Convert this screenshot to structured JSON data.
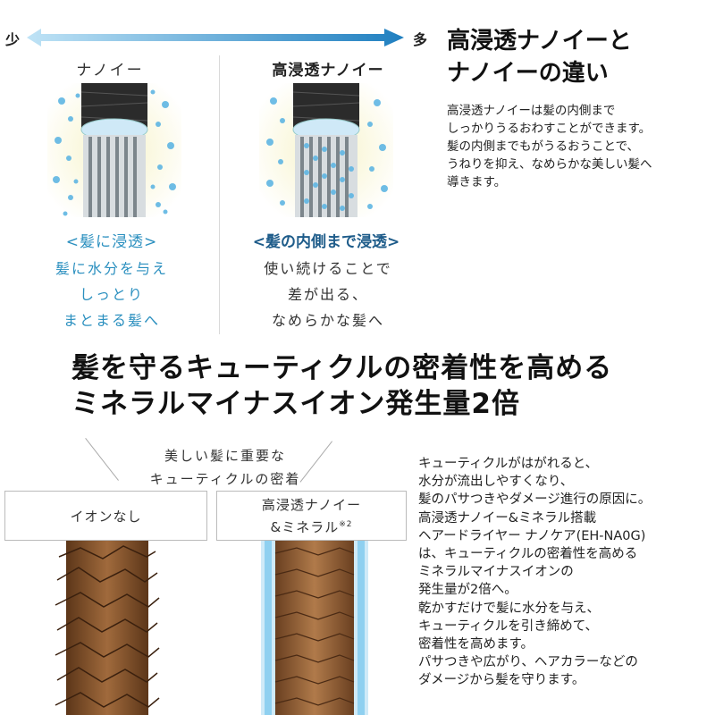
{
  "arrow": {
    "left_label": "少",
    "right_label": "多"
  },
  "columns": [
    {
      "title": "ナノイー",
      "sub_label": "<髪に浸透>",
      "desc": [
        "髪に水分を与え",
        "しっとり",
        "まとまる髪へ"
      ]
    },
    {
      "title": "高浸透ナノイー",
      "sub_label": "<髪の内側まで浸透>",
      "desc": [
        "使い続けることで",
        "差が出る、",
        "なめらかな髪へ"
      ]
    }
  ],
  "right_panel": {
    "title_lines": [
      "高浸透ナノイーと",
      "ナノイーの違い"
    ],
    "text_lines": [
      "高浸透ナノイーは髪の内側まで",
      "しっかりうるおわすことができます。",
      "髪の内側までもがうるおうことで、",
      "うねりを抑え、なめらかな美しい髪へ",
      "導きます。"
    ]
  },
  "headline_lines": [
    "髪を守るキューティクルの密着性を高める",
    "ミネラルマイナスイオン発生量2倍"
  ],
  "cuticle_note_lines": [
    "美しい髪に重要な",
    "キューティクルの密着"
  ],
  "compare": {
    "left_label": "イオンなし",
    "right_label_line1": "高浸透ナノイー",
    "right_label_line2": "&ミネラル",
    "right_label_sup": "※2"
  },
  "bottom_text_lines": [
    "キューティクルがはがれると、",
    "水分が流出しやすくなり、",
    "髪のパサつきやダメージ進行の原因に。",
    "高浸透ナノイー&ミネラル搭載",
    "ヘアードライヤー ナノケア(EH-NA0G)",
    "は、キューティクルの密着性を高める",
    "ミネラルマイナスイオンの",
    "発生量が2倍へ。",
    "乾かすだけで髪に水分を与え、",
    "キューティクルを引き締めて、",
    "密着性を高めます。",
    "パサつきや広がり、ヘアカラーなどの",
    "ダメージから髪を守ります。"
  ],
  "colors": {
    "accent_blue": "#2a8fbf",
    "arrow_start": "#bfe3f6",
    "arrow_end": "#1f7fc0",
    "hair_brown": "#8a5a34",
    "hair_dark": "#2b2b2b"
  }
}
